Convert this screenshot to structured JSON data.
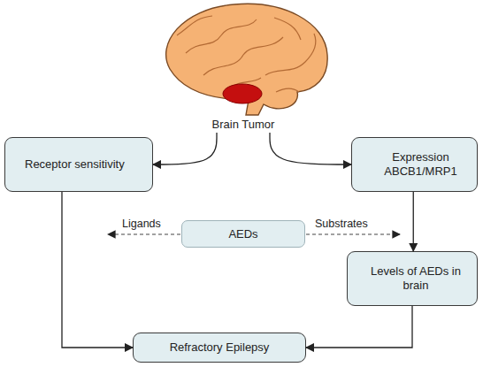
{
  "diagram": {
    "nodes": [
      {
        "text": [
          "Brain Tumor"
        ]
      },
      {
        "text": [
          "Receptor sensitivity"
        ]
      },
      {
        "text": [
          "Expression ABCB1/MRP1"
        ]
      },
      {
        "text": [
          "AEDs"
        ]
      },
      {
        "text": [
          "Levels of AEDs in brain"
        ]
      },
      {
        "text": [
          "Refractory Epilepsy"
        ]
      }
    ],
    "edges": [
      {
        "from": 0,
        "to": 1,
        "arrow": "to"
      },
      {
        "from": 0,
        "to": 2,
        "arrow": "to"
      },
      {
        "from": 2,
        "to": 4,
        "arrow": "to"
      },
      {
        "from": 1,
        "to": 5,
        "arrow": "to"
      },
      {
        "from": 4,
        "to": 5,
        "arrow": "to"
      }
    ],
    "labels": [
      "Ligands",
      "Substrates"
    ]
  }
}
